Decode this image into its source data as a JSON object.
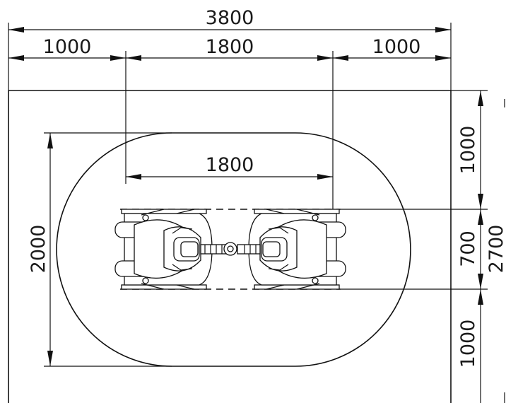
{
  "dimensions": {
    "overall_width": "3800",
    "left_margin": "1000",
    "center_span_top": "1800",
    "right_margin": "1000",
    "inner_span": "1800",
    "zone_height": "2000",
    "top_clearance": "1000",
    "track_width": "700",
    "bottom_clearance": "1000",
    "overall_height": "2700"
  }
}
